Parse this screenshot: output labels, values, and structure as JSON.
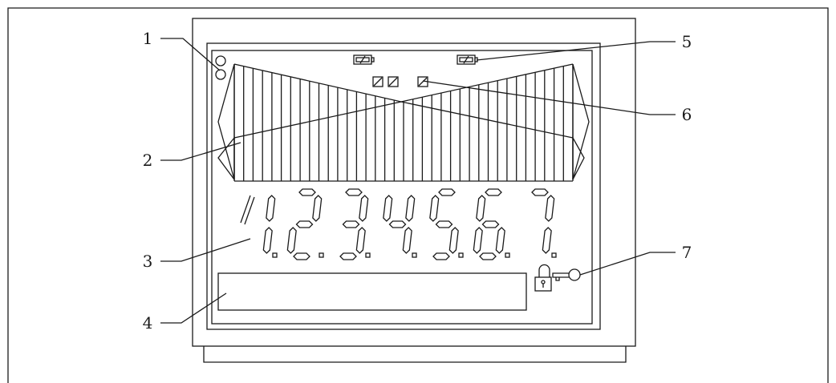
{
  "callouts": [
    {
      "label": "1",
      "target": "status-led-indicators"
    },
    {
      "label": "2",
      "target": "bar-graph-segments"
    },
    {
      "label": "3",
      "target": "seven-segment-digits"
    },
    {
      "label": "4",
      "target": "text-line-field"
    },
    {
      "label": "5",
      "target": "battery-symbol"
    },
    {
      "label": "6",
      "target": "status-square-symbol"
    },
    {
      "label": "7",
      "target": "lock-key-symbols"
    }
  ],
  "digits": [
    "1",
    "2",
    "3",
    "4",
    "5",
    "6",
    "7"
  ],
  "colors": {
    "stroke": "#1a1a1a",
    "background": "#ffffff"
  },
  "icons": [
    "battery-icon",
    "lock-icon",
    "key-icon",
    "led-icon",
    "status-square-icon"
  ]
}
